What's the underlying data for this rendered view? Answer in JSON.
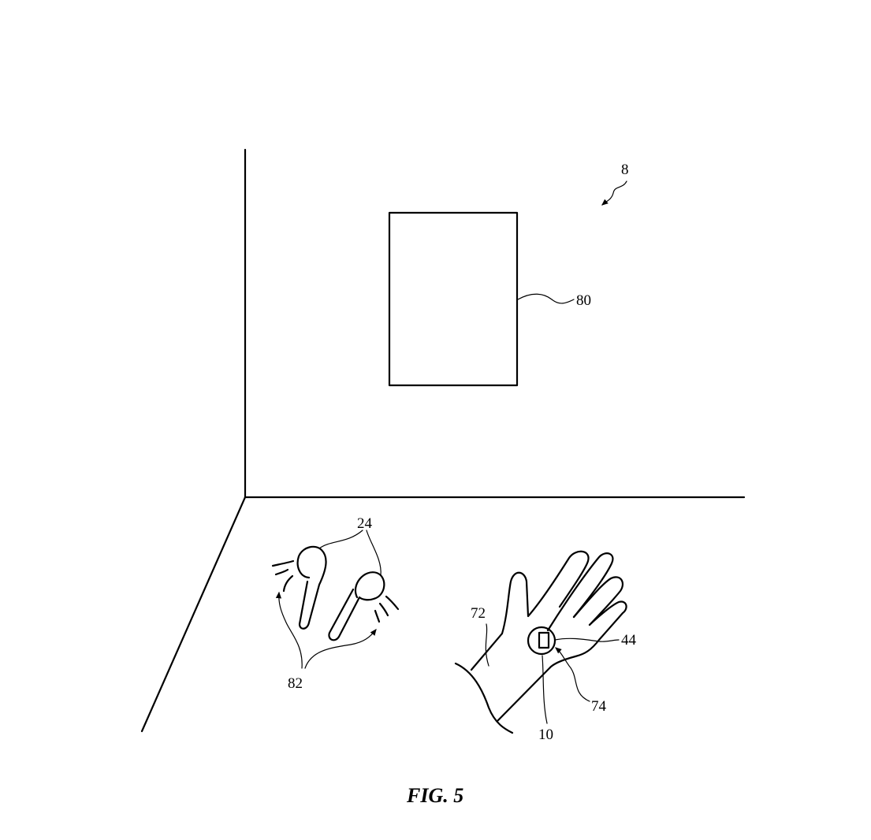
{
  "figure": {
    "caption": "FIG. 5",
    "refs": {
      "system": "8",
      "display": "80",
      "earbuds": "24",
      "sound": "82",
      "hand": "72",
      "device": "10",
      "screen": "44",
      "projection": "74"
    }
  }
}
